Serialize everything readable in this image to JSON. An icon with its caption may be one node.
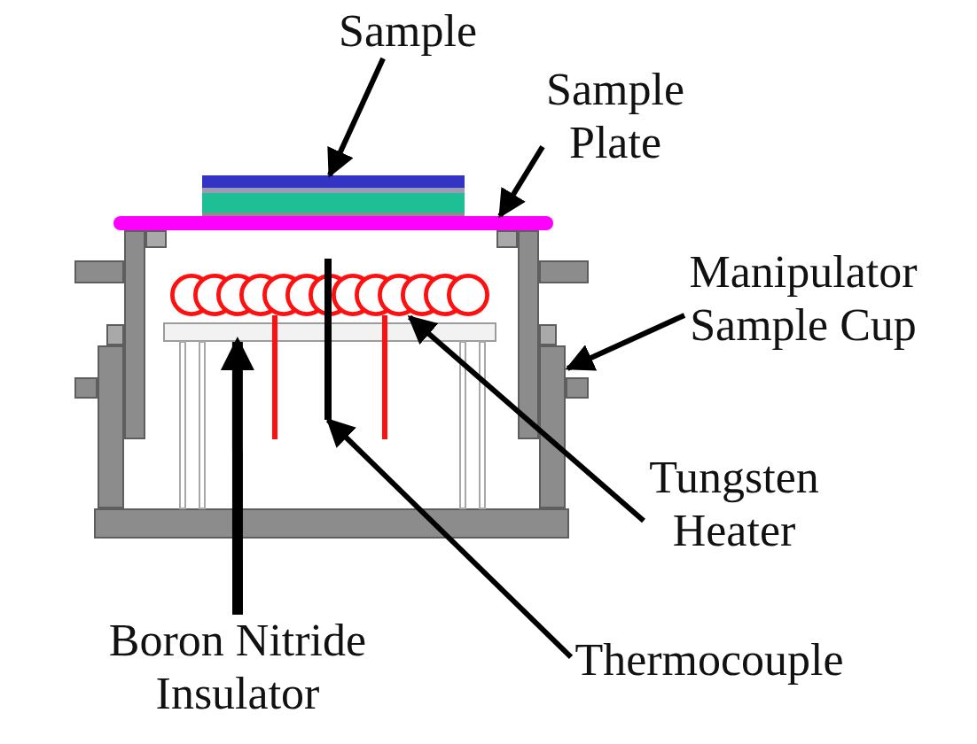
{
  "diagram": {
    "nodes": [
      {
        "text": [
          "Sample"
        ]
      },
      {
        "text": [
          "Sample Plate"
        ]
      },
      {
        "text": [
          "Manipulator Sample Cup"
        ]
      },
      {
        "text": [
          "Tungsten Heater"
        ]
      },
      {
        "text": [
          "Boron Nitride Insulator"
        ]
      },
      {
        "text": [
          "Thermocouple"
        ]
      },
      {
        "text": [],
        "shape": "box"
      },
      {
        "text": [],
        "shape": "bar"
      },
      {
        "text": [],
        "shape": "picture"
      },
      {
        "text": [],
        "shape": "picture",
        "in": 8
      },
      {
        "text": [],
        "shape": "bar",
        "in": 8
      },
      {
        "text": [],
        "shape": "bar",
        "in": 8
      }
    ],
    "edges": [
      {
        "from": 0,
        "to": 6,
        "arrow": "to"
      },
      {
        "from": 1,
        "to": 7,
        "arrow": "to"
      },
      {
        "from": 2,
        "to": 8,
        "arrow": "to"
      },
      {
        "from": 3,
        "to": 9,
        "arrow": "to"
      },
      {
        "from": 4,
        "to": 10,
        "arrow": "to",
        "style": "thick"
      },
      {
        "from": 5,
        "to": 11,
        "arrow": "to"
      }
    ]
  }
}
